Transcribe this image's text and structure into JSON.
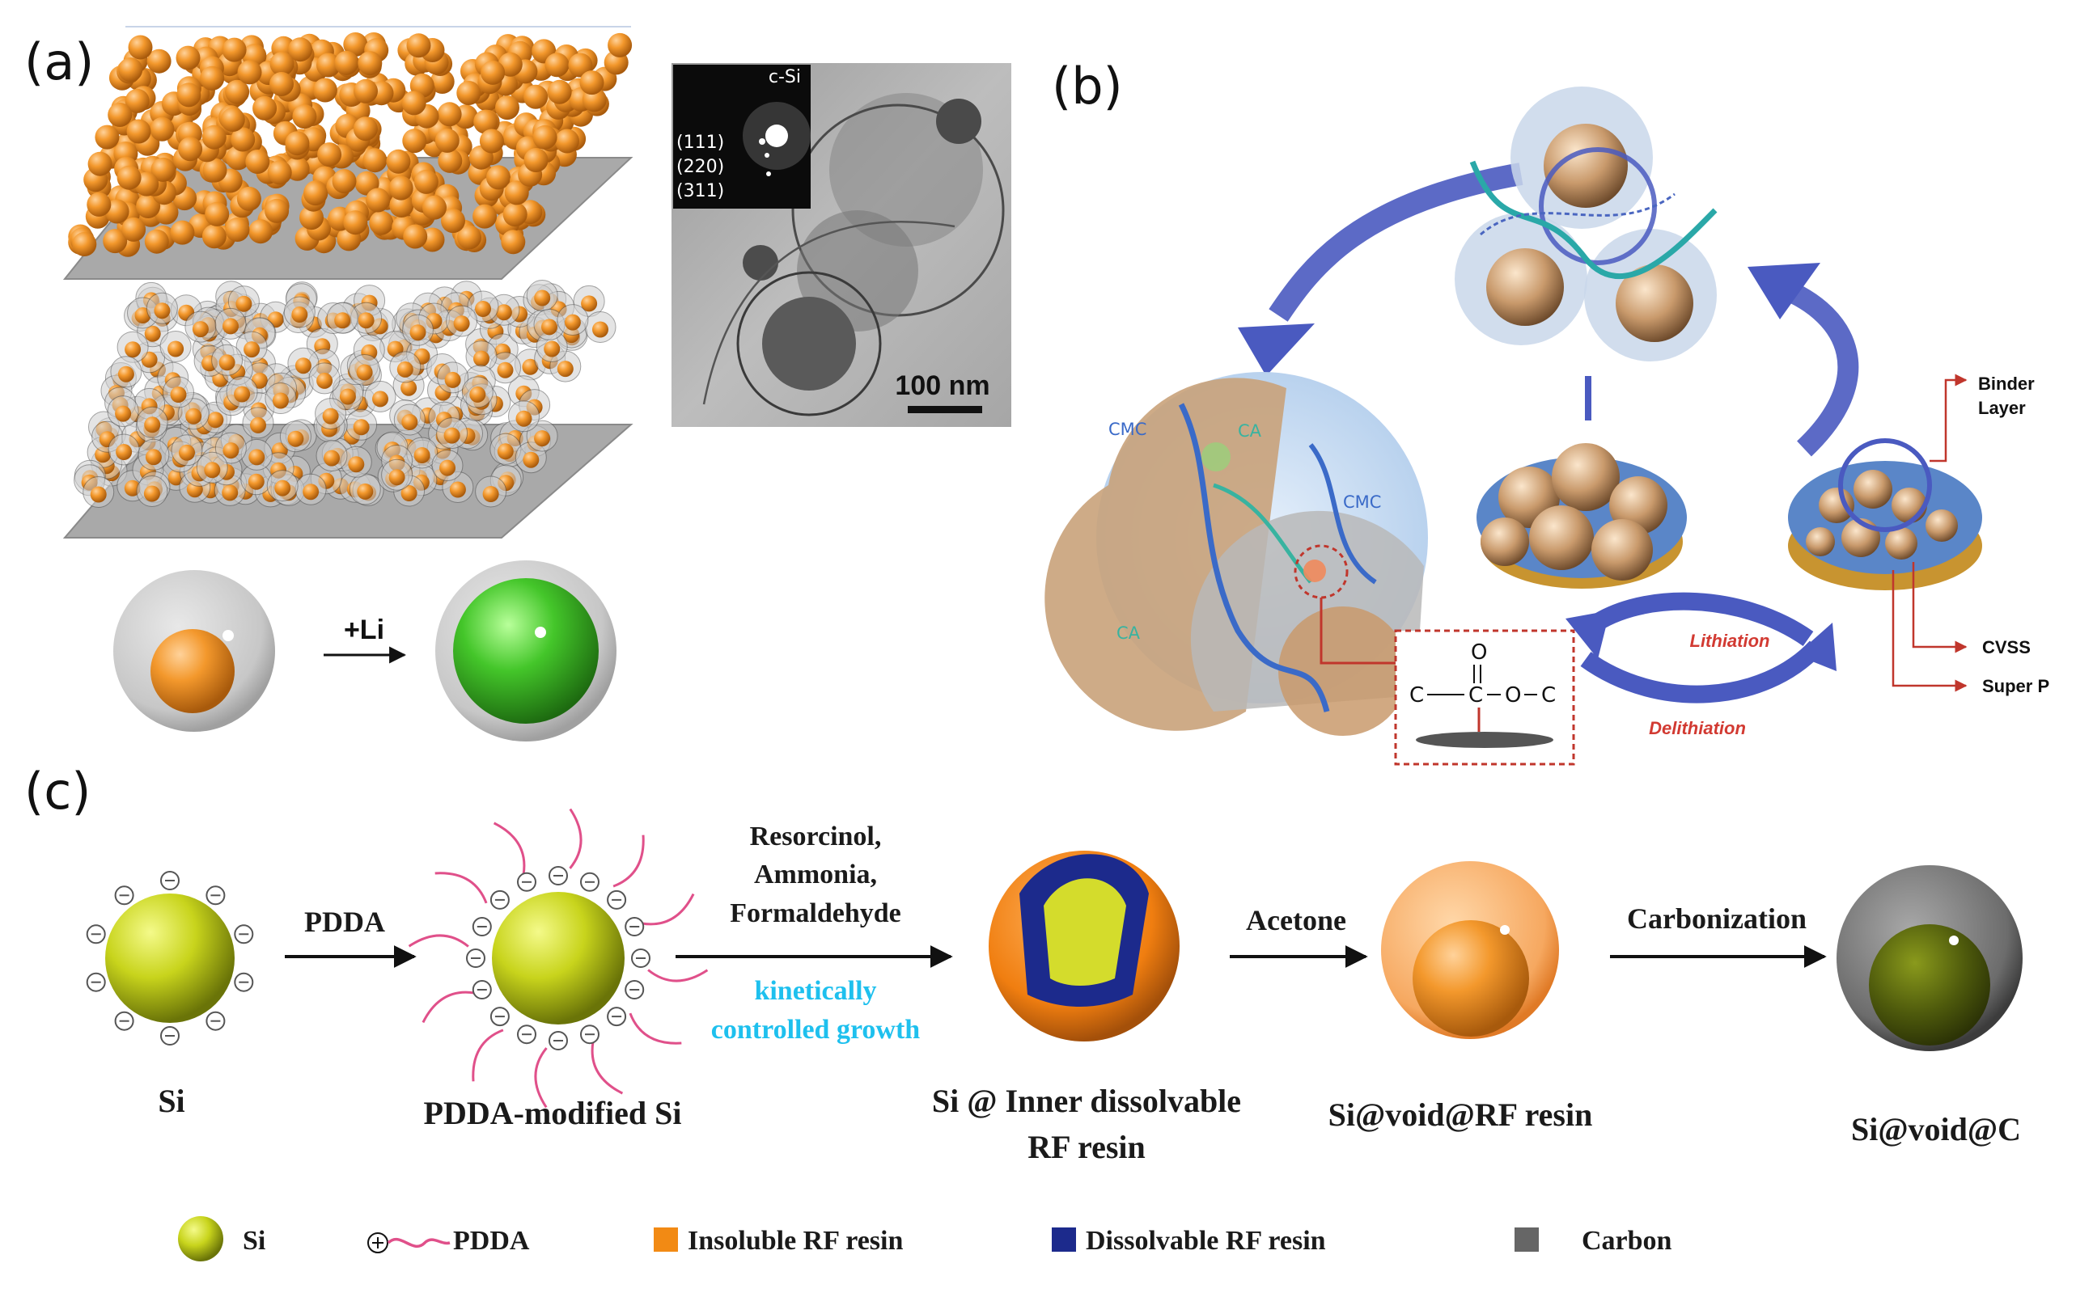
{
  "panels": {
    "a": "(a)",
    "b": "(b)",
    "c": "(c)"
  },
  "panel_a": {
    "saed_label": "c-Si",
    "planes": [
      "(111)",
      "(220)",
      "(311)"
    ],
    "scale_bar": "100 nm",
    "lithiation_label": "+Li"
  },
  "panel_b": {
    "cmc_label_1": "CMC",
    "cmc_label_2": "CMC",
    "ca_label_1": "CA",
    "ca_label_2": "CA",
    "binder_layer_line1": "Binder",
    "binder_layer_line2": "Layer",
    "cvss": "CVSS",
    "super_p": "Super P",
    "lithiation": "Lithiation",
    "delithiation": "Delithiation",
    "ester": {
      "o": "O",
      "c_left": "C",
      "c_center": "C",
      "o_mid": "O",
      "c_right": "C"
    }
  },
  "panel_c": {
    "steps": {
      "pdda": "PDDA",
      "reagents_line1": "Resorcinol,",
      "reagents_line2": "Ammonia,",
      "reagents_line3": "Formaldehyde",
      "growth_line1": "kinetically",
      "growth_line2": "controlled growth",
      "acetone": "Acetone",
      "carbonization": "Carbonization"
    },
    "products": {
      "si": "Si",
      "pdda_si": "PDDA-modified Si",
      "inner_line1": "Si @ Inner dissolvable",
      "inner_line2": "RF resin",
      "void_rf": "Si@void@RF resin",
      "void_c": "Si@void@C"
    },
    "legend": {
      "si": "Si",
      "pdda": "PDDA",
      "insoluble": "Insoluble RF resin",
      "dissolvable": "Dissolvable RF resin",
      "carbon": "Carbon"
    }
  },
  "colors": {
    "si_yellow": "#c8d41c",
    "si_orange": "#e8901c",
    "insoluble_rf": "#f28a14",
    "dissolvable_rf": "#1c2a8c",
    "carbon": "#666666",
    "pdda_pink": "#e0508a",
    "growth_text": "#1ec0ee",
    "arrow_blue": "#4455bb",
    "lithiation_red": "#d23a32",
    "callout_red": "#c0362c",
    "lithiated_green": "#44c62a"
  }
}
